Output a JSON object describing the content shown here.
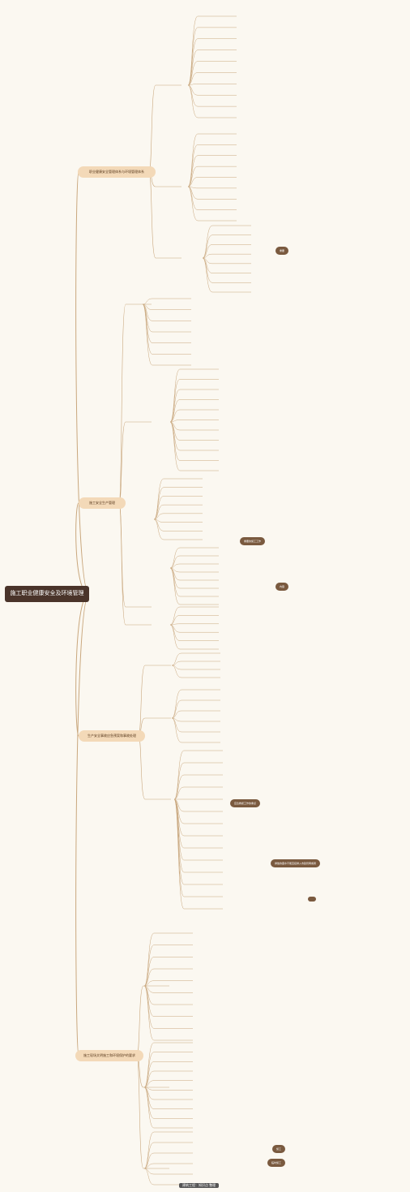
{
  "root": {
    "title": "施工职业健康安全及环境管理"
  },
  "branches": [
    {
      "title": "职业健康安全管理体系与环境管理体系"
    },
    {
      "title": "施工安全生产管理"
    },
    {
      "title": "生产安全事故应急预案和事故处理"
    },
    {
      "title": "施工现场文明施工和环境保护的要求"
    }
  ],
  "callouts": [
    {
      "text": "重要"
    },
    {
      "text": "重要的施工工作"
    },
    {
      "text": "内容"
    },
    {
      "text": "应急救援工作的重点"
    },
    {
      "text": "排放的废水不能直接排入市政管网或者"
    },
    {
      "text": "施工"
    },
    {
      "text": "临时施工"
    }
  ],
  "footer": {
    "text": "建筑工程：知识点 整理"
  },
  "colors": {
    "root": "#4a342a",
    "branch": "#f3d9b8",
    "accent": "#d0402a",
    "line": "#c9a77d",
    "callout": "#7a5a3f"
  }
}
